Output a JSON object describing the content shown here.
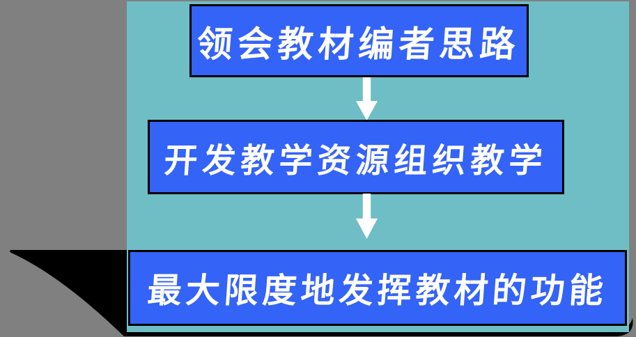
{
  "colors": {
    "background": "#808080",
    "panel": "#6FBEC6",
    "box_fill": "#3463F7",
    "box_border": "#000000",
    "text": "#FFFFFF",
    "arrow": "#FFFFFF",
    "swoosh": "#000000"
  },
  "flowchart": {
    "steps": [
      {
        "label": "领会教材编者思路"
      },
      {
        "label": "开发教学资源组织教学"
      },
      {
        "label": "最大限度地发挥教材的功能"
      }
    ],
    "connectors": [
      {
        "icon": "down-arrow"
      },
      {
        "icon": "down-arrow"
      }
    ]
  }
}
